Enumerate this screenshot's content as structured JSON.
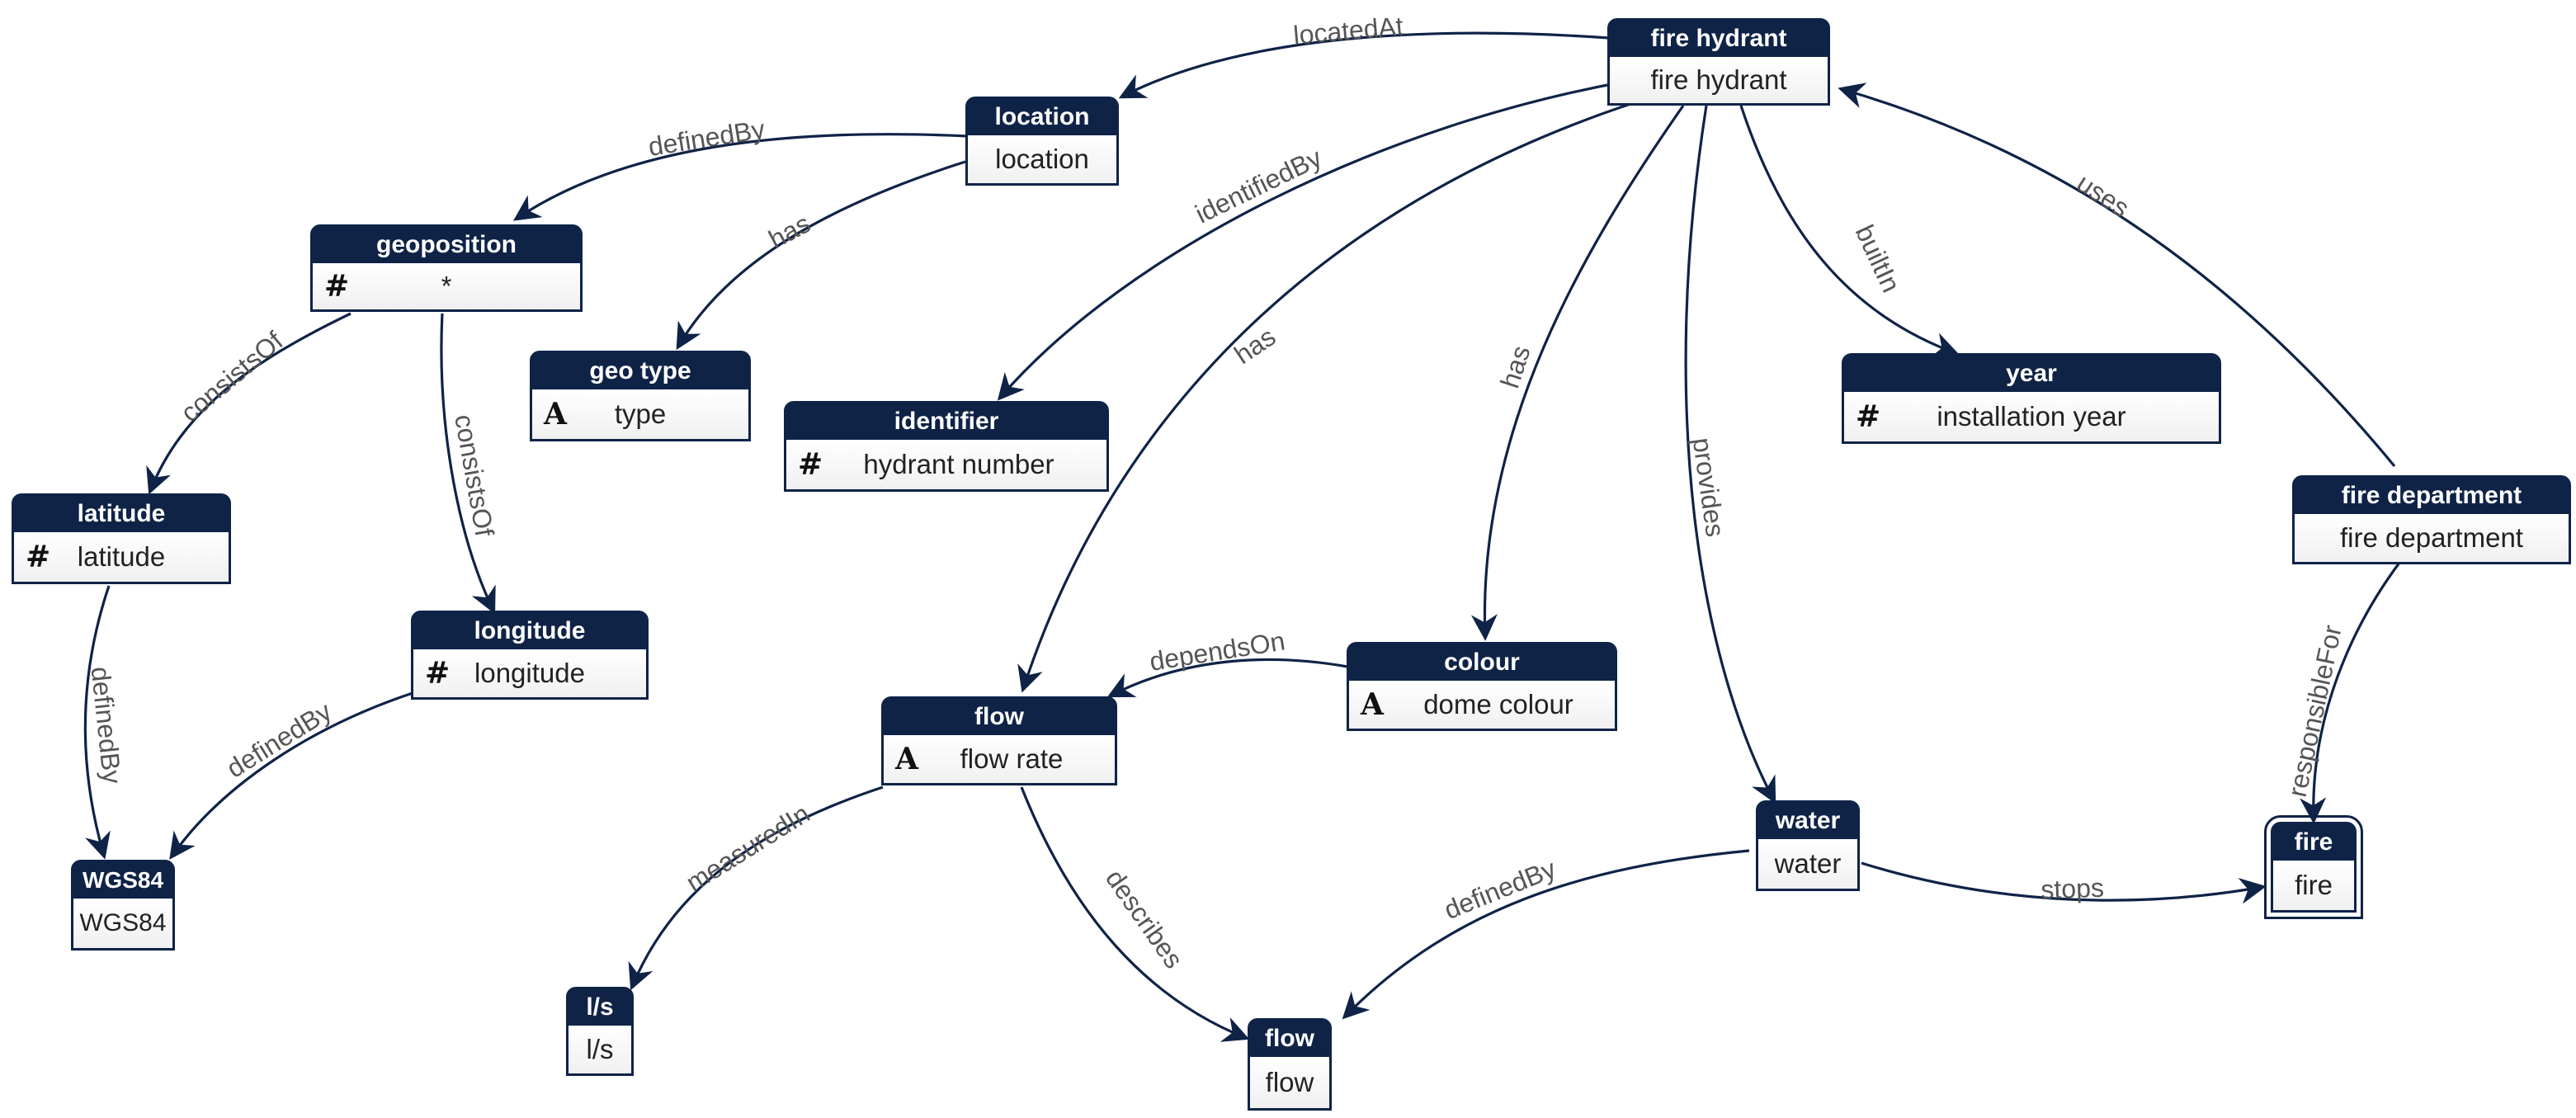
{
  "nodes": {
    "fire_hydrant": {
      "title": "fire hydrant",
      "value": "fire hydrant",
      "icon": ""
    },
    "location": {
      "title": "location",
      "value": "location",
      "icon": ""
    },
    "geoposition": {
      "title": "geoposition",
      "value": "*",
      "icon": "#"
    },
    "geo_type": {
      "title": "geo type",
      "value": "type",
      "icon": "A"
    },
    "identifier": {
      "title": "identifier",
      "value": "hydrant number",
      "icon": "#"
    },
    "year": {
      "title": "year",
      "value": "installation year",
      "icon": "#"
    },
    "latitude": {
      "title": "latitude",
      "value": "latitude",
      "icon": "#"
    },
    "longitude": {
      "title": "longitude",
      "value": "longitude",
      "icon": "#"
    },
    "fire_department": {
      "title": "fire department",
      "value": "fire department",
      "icon": ""
    },
    "colour": {
      "title": "colour",
      "value": "dome colour",
      "icon": "A"
    },
    "flow": {
      "title": "flow",
      "value": "flow rate",
      "icon": "A"
    },
    "wgs84": {
      "title": "WGS84",
      "value": "WGS84",
      "icon": ""
    },
    "water": {
      "title": "water",
      "value": "water",
      "icon": ""
    },
    "fire": {
      "title": "fire",
      "value": "fire",
      "icon": ""
    },
    "ls": {
      "title": "l/s",
      "value": "l/s",
      "icon": ""
    },
    "flow_unit": {
      "title": "flow",
      "value": "flow",
      "icon": ""
    }
  },
  "edges": [
    {
      "id": "e_locatedAt",
      "from": "fire_hydrant",
      "to": "location",
      "label": "locatedAt"
    },
    {
      "id": "e_definedBy_geo",
      "from": "location",
      "to": "geoposition",
      "label": "definedBy"
    },
    {
      "id": "e_has_geotype",
      "from": "location",
      "to": "geo_type",
      "label": "has"
    },
    {
      "id": "e_identifiedBy",
      "from": "fire_hydrant",
      "to": "identifier",
      "label": "identifiedBy"
    },
    {
      "id": "e_has_flow",
      "from": "fire_hydrant",
      "to": "flow",
      "label": "has"
    },
    {
      "id": "e_has_colour",
      "from": "fire_hydrant",
      "to": "colour",
      "label": "has"
    },
    {
      "id": "e_builtIn",
      "from": "fire_hydrant",
      "to": "year",
      "label": "builtIn"
    },
    {
      "id": "e_provides",
      "from": "fire_hydrant",
      "to": "water",
      "label": "provides"
    },
    {
      "id": "e_uses",
      "from": "fire_department",
      "to": "fire_hydrant",
      "label": "uses"
    },
    {
      "id": "e_responsibleFor",
      "from": "fire_department",
      "to": "fire",
      "label": "responsibleFor"
    },
    {
      "id": "e_consistsOf_lat",
      "from": "geoposition",
      "to": "latitude",
      "label": "consistsOf"
    },
    {
      "id": "e_consistsOf_lon",
      "from": "geoposition",
      "to": "longitude",
      "label": "consistsOf"
    },
    {
      "id": "e_definedBy_lat",
      "from": "latitude",
      "to": "wgs84",
      "label": "definedBy"
    },
    {
      "id": "e_definedBy_lon",
      "from": "longitude",
      "to": "wgs84",
      "label": "definedBy"
    },
    {
      "id": "e_dependsOn",
      "from": "colour",
      "to": "flow",
      "label": "dependsOn"
    },
    {
      "id": "e_measuredIn",
      "from": "flow",
      "to": "ls",
      "label": "measuredIn"
    },
    {
      "id": "e_describes",
      "from": "flow",
      "to": "flow_unit",
      "label": "describes"
    },
    {
      "id": "e_definedBy_water",
      "from": "water",
      "to": "flow_unit",
      "label": "definedBy"
    },
    {
      "id": "e_stops",
      "from": "water",
      "to": "fire",
      "label": "stops"
    }
  ]
}
